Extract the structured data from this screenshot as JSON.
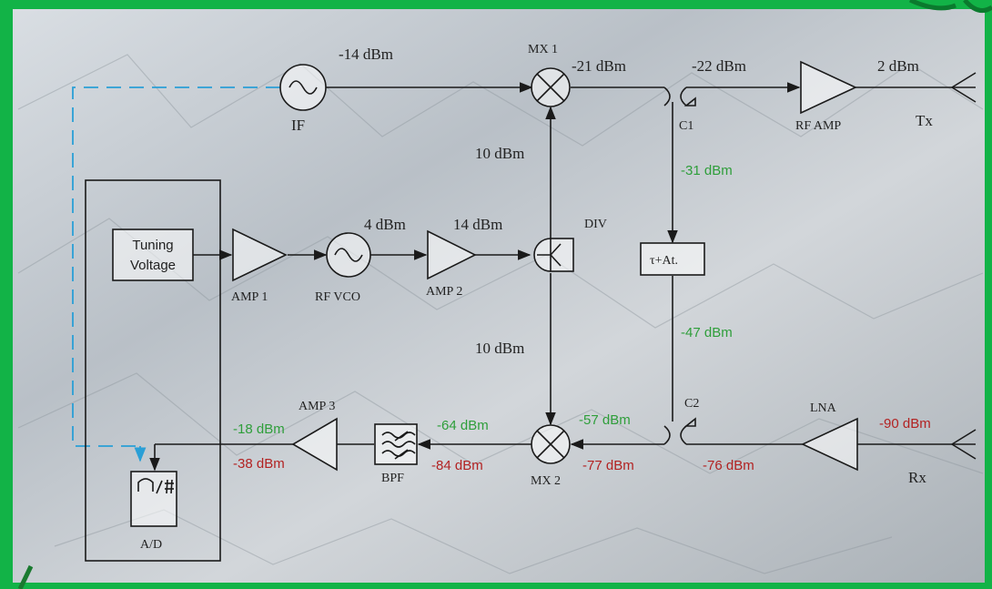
{
  "colors": {
    "frame": "#12b347",
    "frame_dark": "#0b7a2e",
    "green_text": "#2e9e3a",
    "red_text": "#b22222",
    "dashed_line": "#2a9fd6",
    "line": "#1a1a1a"
  },
  "components": {
    "if_osc": "IF",
    "mixer1": "MX 1",
    "mixer2": "MX 2",
    "coupler1": "C1",
    "coupler2": "C2",
    "rf_amp": "RF AMP",
    "tx": "Tx",
    "rx": "Rx",
    "lna": "LNA",
    "divider": "DIV",
    "delay_att": "τ+At.",
    "tuning_voltage_line1": "Tuning",
    "tuning_voltage_line2": "Voltage",
    "amp1": "AMP 1",
    "rf_vco": "RF VCO",
    "amp2": "AMP 2",
    "amp3": "AMP 3",
    "bpf": "BPF",
    "adc": "A/D"
  },
  "levels": {
    "if_out": "-14 dBm",
    "mx1_out": "-21 dBm",
    "c1_out": "-22 dBm",
    "rf_amp_out": "2 dBm",
    "div_to_mx1": "10 dBm",
    "c1_coupled": "-31 dBm",
    "vco_out": "4 dBm",
    "amp2_out": "14 dBm",
    "div_to_mx2": "10 dBm",
    "delay_out": "-47 dBm",
    "lna_in": "-90 dBm",
    "lna_out": "-76 dBm",
    "c2_green": "-57 dBm",
    "mx2_in_red": "-77 dBm",
    "mx2_out_green": "-64 dBm",
    "mx2_out_red": "-84 dBm",
    "amp3_out_green": "-18 dBm",
    "amp3_out_red": "-38 dBm"
  }
}
